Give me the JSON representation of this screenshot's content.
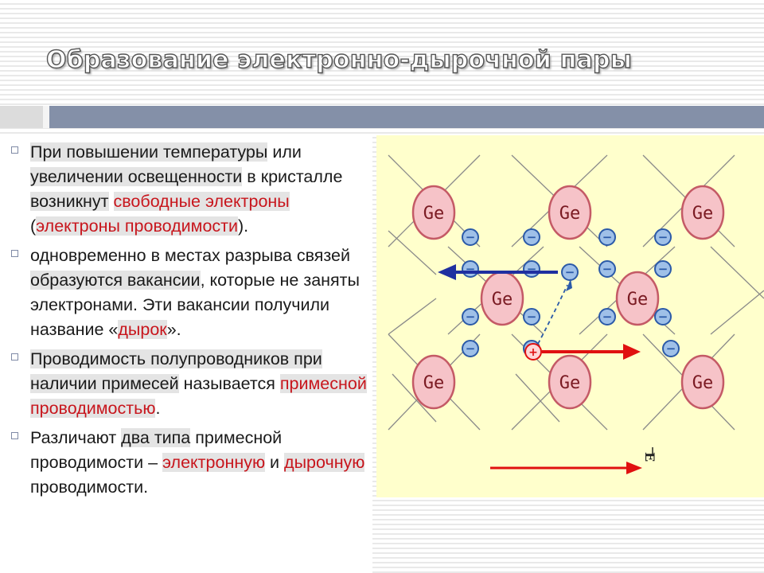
{
  "slide": {
    "title": "Образование электронно-дырочной пары"
  },
  "bullets": [
    [
      {
        "t": "При повышении температуры",
        "s": "hl"
      },
      {
        "t": " или ",
        "s": ""
      },
      {
        "t": "увеличении освещенности",
        "s": "hl"
      },
      {
        "t": " в кристалле ",
        "s": ""
      },
      {
        "t": "возникнут",
        "s": "hl"
      },
      {
        "t": " ",
        "s": ""
      },
      {
        "t": "свободные электроны",
        "s": "hlr"
      },
      {
        "t": " (",
        "s": ""
      },
      {
        "t": "электроны проводимости",
        "s": "hlr"
      },
      {
        "t": ").",
        "s": ""
      }
    ],
    [
      {
        "t": "одновременно в местах разрыва связей ",
        "s": ""
      },
      {
        "t": "образуются вакансии",
        "s": "hl"
      },
      {
        "t": ", которые не заняты электронами. Эти вакансии получили название «",
        "s": ""
      },
      {
        "t": "дырок",
        "s": "hlr"
      },
      {
        "t": "».",
        "s": ""
      }
    ],
    [
      {
        "t": "Проводимость полупроводников при наличии примесей",
        "s": "hl"
      },
      {
        "t": " называется ",
        "s": ""
      },
      {
        "t": "примесной проводимостью",
        "s": "hlr"
      },
      {
        "t": ".",
        "s": ""
      }
    ],
    [
      {
        "t": "Различают ",
        "s": ""
      },
      {
        "t": "два типа",
        "s": "hl"
      },
      {
        "t": " примесной проводимости – ",
        "s": ""
      },
      {
        "t": "электронную",
        "s": "hlr"
      },
      {
        "t": " и ",
        "s": ""
      },
      {
        "t": "дырочную",
        "s": "hlr"
      },
      {
        "t": " проводимости.",
        "s": ""
      }
    ]
  ],
  "diagram": {
    "atom_label": "Ge",
    "electron_symbol": "−",
    "hole_symbol": "+",
    "field_label": "E",
    "colors": {
      "atom_fill": "#f6c3c8",
      "atom_stroke": "#c45a66",
      "electron_fill": "#9fc0e8",
      "electron_stroke": "#2b5aa8",
      "electron_arrow": "#1f2fa0",
      "hole_arrow": "#e01010",
      "background": "#ffffcc"
    }
  }
}
